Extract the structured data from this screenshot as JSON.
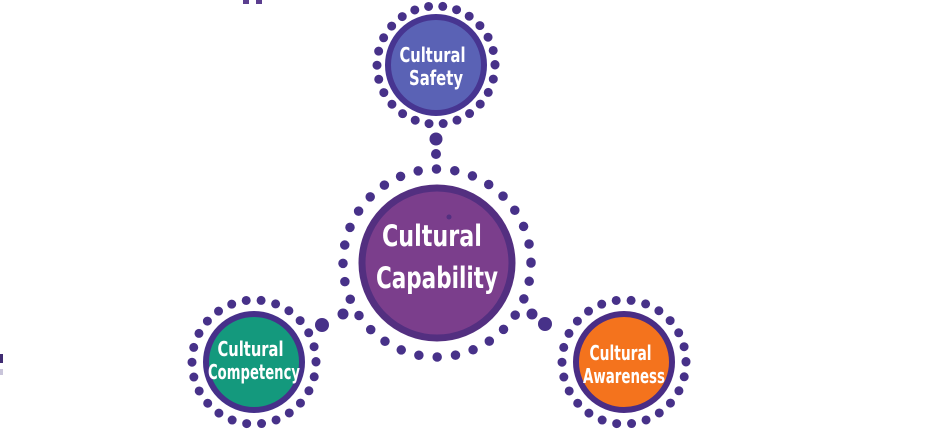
{
  "diagram": {
    "background": "#FFFFFF",
    "dot_color": "#473189",
    "text_color": "#FFFFFF",
    "center": {
      "label": "Cultural Capability",
      "line1": "Cultural",
      "line2": "Capability",
      "fill": "#7B3E8C",
      "border": "#532F80"
    },
    "satellites": [
      {
        "id": "cultural-safety",
        "position": "top",
        "label": "Cultural Safety",
        "line1": "Cultural",
        "line2": "Safety",
        "fill": "#5A62B5",
        "border": "#473591"
      },
      {
        "id": "cultural-competency",
        "position": "bottom-left",
        "label": "Cultural Competency",
        "line1": "Cultural",
        "line2": "Competency",
        "fill": "#14997D",
        "border": "#46308A"
      },
      {
        "id": "cultural-awareness",
        "position": "bottom-right",
        "label": "Cultural Awareness",
        "line1": "Cultural",
        "line2": "Awareness",
        "fill": "#F4731D",
        "border": "#4A2D85"
      }
    ]
  }
}
